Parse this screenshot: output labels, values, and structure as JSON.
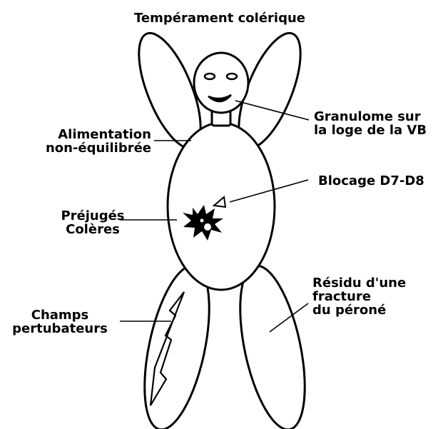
{
  "title": "Tempérament colérique",
  "labels": {
    "granulome": [
      "Granulome sur",
      "la loge de la VB"
    ],
    "alimentation": [
      "Alimentation",
      "non-équilibrée"
    ],
    "blocage": [
      "Blocage D7-D8"
    ],
    "prejuges": [
      "Préjugés",
      "Colères"
    ],
    "residu": [
      "Résidu d'une",
      "fracture",
      "du péroné"
    ],
    "champs": [
      "Champs",
      "pertubateurs"
    ]
  },
  "colors": {
    "ink": "#000000",
    "background": "#ffffff"
  }
}
